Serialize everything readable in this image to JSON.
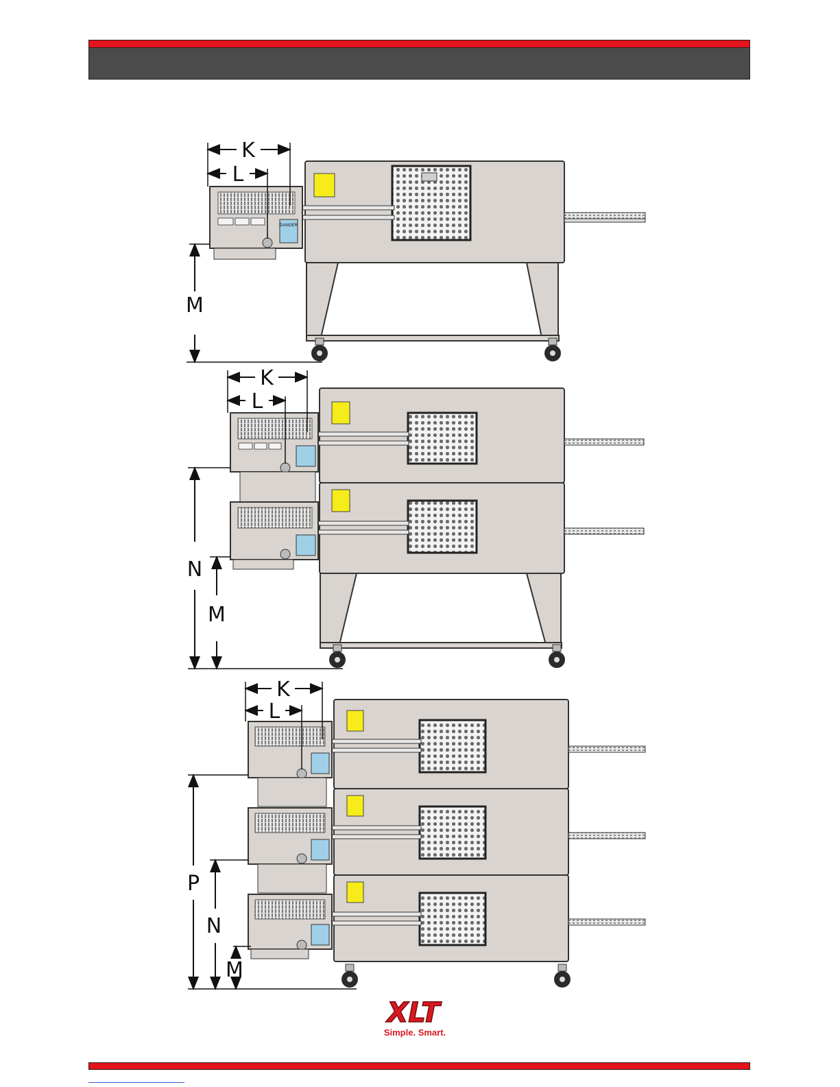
{
  "header": {
    "title": ""
  },
  "diagrams": [
    {
      "name": "single-stack",
      "labels": [
        "K",
        "L",
        "M"
      ]
    },
    {
      "name": "double-stack",
      "labels": [
        "K",
        "L",
        "N",
        "M"
      ]
    },
    {
      "name": "triple-stack",
      "labels": [
        "K",
        "L",
        "P",
        "N",
        "M"
      ]
    }
  ],
  "panel_text": {
    "danger": "DANGER"
  },
  "logo": {
    "brand": "XLT",
    "tagline": "Simple. Smart."
  },
  "colors": {
    "accent_red": "#e3121b",
    "header_gray": "#4b4b4b",
    "oven_body": "#d9d4cf",
    "warning_yellow": "#f6ec1a",
    "danger_blue": "#9fd0e8"
  }
}
